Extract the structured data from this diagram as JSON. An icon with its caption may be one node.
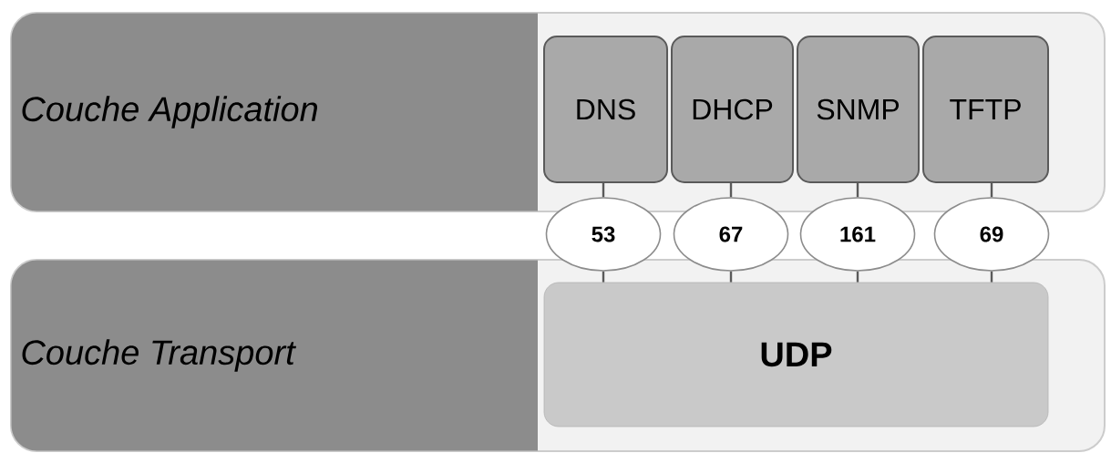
{
  "diagram": {
    "nodes": [
      {
        "text": [
          "Couche Application"
        ]
      },
      {
        "text": [
          "DNS"
        ],
        "in": 0
      },
      {
        "text": [
          "DHCP"
        ],
        "in": 0
      },
      {
        "text": [
          "SNMP"
        ],
        "in": 0
      },
      {
        "text": [
          "TFTP"
        ],
        "in": 0
      },
      {
        "text": [
          "Couche Transport"
        ]
      },
      {
        "text": [
          "UDP"
        ],
        "in": 5
      },
      {
        "text": [
          "53"
        ]
      },
      {
        "text": [
          "67"
        ]
      },
      {
        "text": [
          "161"
        ]
      },
      {
        "text": [
          "69"
        ]
      }
    ],
    "edges": [
      {
        "from": 1,
        "to": 7,
        "arrow": "none"
      },
      {
        "from": 2,
        "to": 8,
        "arrow": "none"
      },
      {
        "from": 3,
        "to": 9,
        "arrow": "none"
      },
      {
        "from": 4,
        "to": 10,
        "arrow": "none"
      },
      {
        "from": 7,
        "to": 6,
        "arrow": "none"
      },
      {
        "from": 8,
        "to": 6,
        "arrow": "none"
      },
      {
        "from": 9,
        "to": 6,
        "arrow": "none"
      },
      {
        "from": 10,
        "to": 6,
        "arrow": "none"
      }
    ]
  }
}
